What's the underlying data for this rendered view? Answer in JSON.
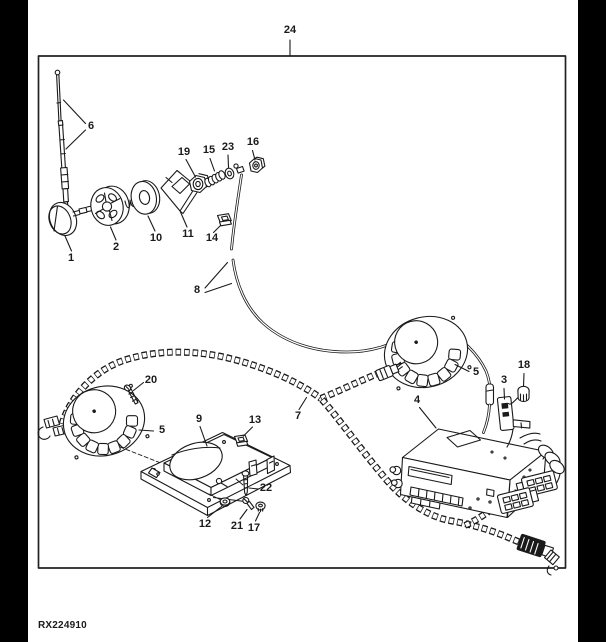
{
  "figure": {
    "code": "RX224910"
  },
  "colors": {
    "ink": "#1a1a1a",
    "paper": "#ffffff",
    "scan_bar": "#000000",
    "frame": "#222222"
  },
  "callouts": {
    "n1": {
      "label": "1"
    },
    "n2": {
      "label": "2"
    },
    "n3": {
      "label": "3"
    },
    "n4": {
      "label": "4"
    },
    "n5_left": {
      "label": "5"
    },
    "n5_right": {
      "label": "5"
    },
    "n6": {
      "label": "6"
    },
    "n7": {
      "label": "7"
    },
    "n8": {
      "label": "8"
    },
    "n9": {
      "label": "9"
    },
    "n10": {
      "label": "10"
    },
    "n11": {
      "label": "11"
    },
    "n12": {
      "label": "12"
    },
    "n13": {
      "label": "13"
    },
    "n14": {
      "label": "14"
    },
    "n15": {
      "label": "15"
    },
    "n16": {
      "label": "16"
    },
    "n17": {
      "label": "17"
    },
    "n18": {
      "label": "18"
    },
    "n19": {
      "label": "19"
    },
    "n20": {
      "label": "20"
    },
    "n21": {
      "label": "21"
    },
    "n22": {
      "label": "22"
    },
    "n23": {
      "label": "23"
    },
    "n24": {
      "label": "24"
    }
  }
}
